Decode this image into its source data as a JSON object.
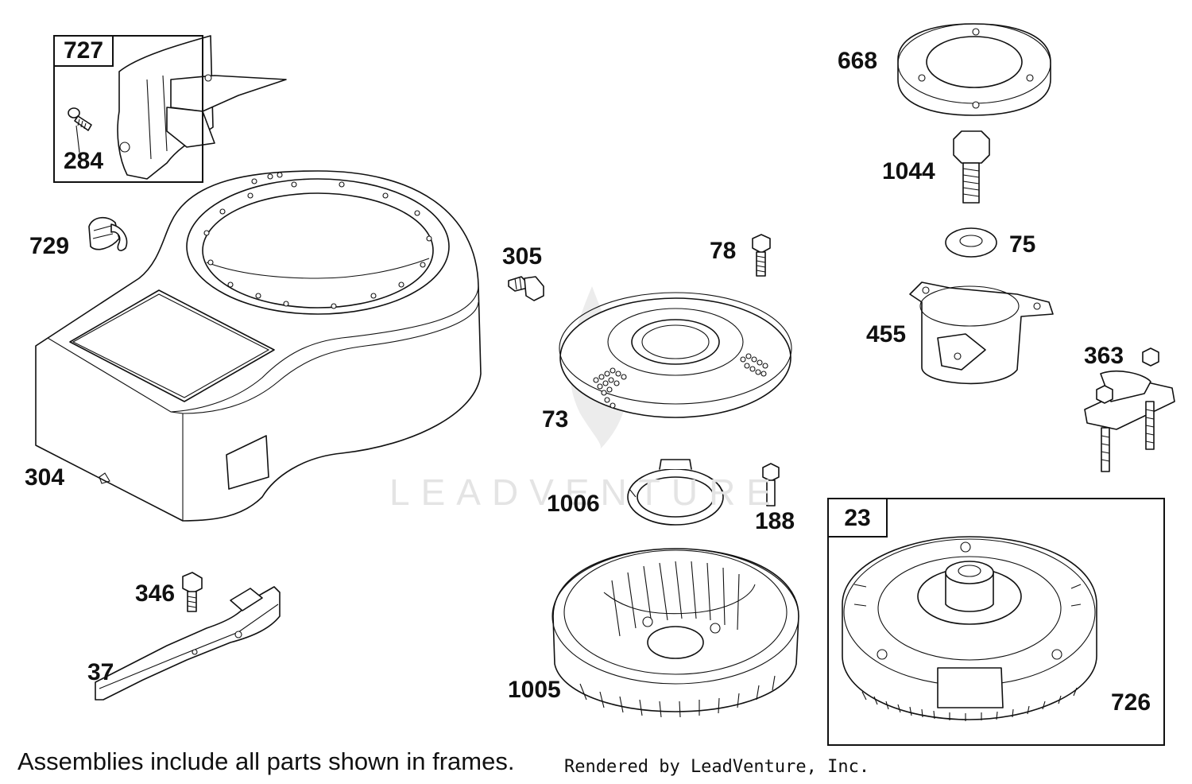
{
  "labels": {
    "p727": "727",
    "p284": "284",
    "p729": "729",
    "p304": "304",
    "p346": "346",
    "p37": "37",
    "p305": "305",
    "p78": "78",
    "p73": "73",
    "p1006": "1006",
    "p188": "188",
    "p1005": "1005",
    "p668": "668",
    "p1044": "1044",
    "p75": "75",
    "p455": "455",
    "p363": "363",
    "p23": "23",
    "p726": "726"
  },
  "footer": {
    "note": "Assemblies include all parts shown in frames.",
    "credit": "Rendered by LeadVenture, Inc."
  },
  "watermark": {
    "text": "LEADVENTURE",
    "color": "#e4e4e4"
  },
  "colors": {
    "line": "#111111",
    "background": "#ffffff"
  }
}
